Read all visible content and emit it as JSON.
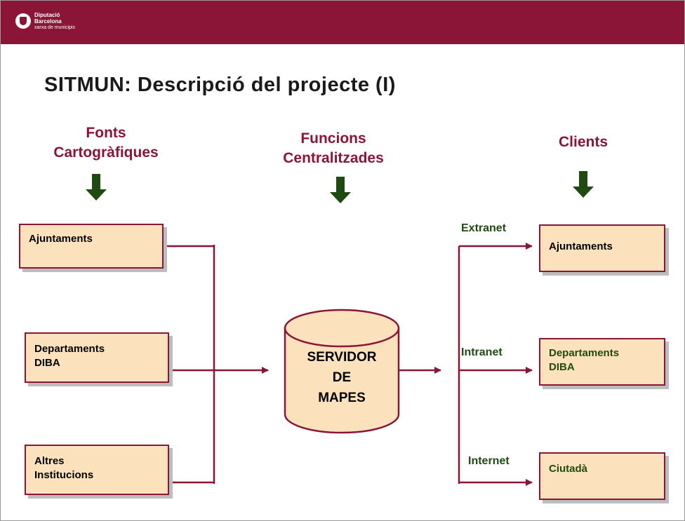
{
  "header": {
    "logo": {
      "line1": "Diputació",
      "line2": "Barcelona",
      "line3": "xarxa de municipis"
    }
  },
  "title": "SITMUN: Descripció del projecte (I)",
  "columns": {
    "sources": {
      "line1": "Fonts",
      "line2": "Cartogràfiques"
    },
    "functions": {
      "line1": "Funcions",
      "line2": "Centralitzades"
    },
    "clients": {
      "line1": "Clients"
    }
  },
  "sources": [
    {
      "lines": [
        "Ajuntaments"
      ]
    },
    {
      "lines": [
        "Departaments",
        "DIBA"
      ]
    },
    {
      "lines": [
        "Altres",
        "Institucions"
      ]
    }
  ],
  "server": {
    "lines": [
      "SERVIDOR",
      "DE",
      "MAPES"
    ]
  },
  "connections": {
    "extranet": "Extranet",
    "intranet": "Intranet",
    "internet": "Internet"
  },
  "clients": [
    {
      "lines": [
        "Ajuntaments"
      ]
    },
    {
      "lines": [
        "Departaments",
        "DIBA"
      ]
    },
    {
      "lines": [
        "Ciutadà"
      ]
    }
  ],
  "colors": {
    "brand": "#8a1537",
    "box_fill": "#fbe2bc",
    "arrow_green": "#1f4a12",
    "shadow": "#bdbdbd"
  }
}
